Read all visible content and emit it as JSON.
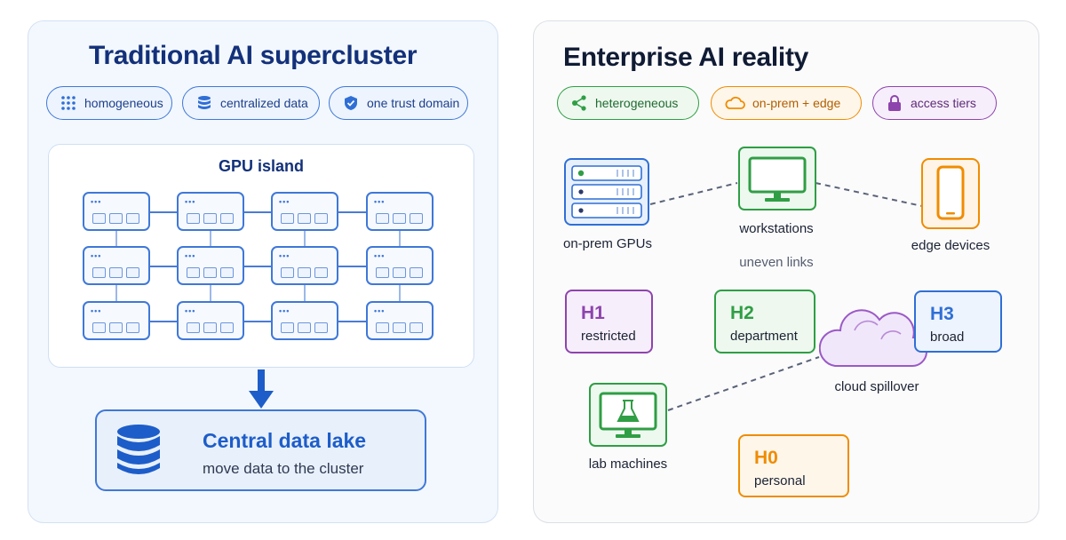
{
  "left": {
    "title": "Traditional AI supercluster",
    "pills": [
      {
        "label": "homogeneous",
        "icon": "grid-dots-icon"
      },
      {
        "label": "centralized data",
        "icon": "database-icon"
      },
      {
        "label": "one trust domain",
        "icon": "shield-check-icon"
      }
    ],
    "island_label": "GPU island",
    "lake": {
      "title": "Central data lake",
      "subtitle": "move data to the cluster",
      "icon": "database-icon"
    }
  },
  "right": {
    "title": "Enterprise AI reality",
    "pills": [
      {
        "label": "heterogeneous",
        "icon": "share-nodes-icon",
        "color": "#2f9e44"
      },
      {
        "label": "on-prem + edge",
        "icon": "cloud-icon",
        "color": "#f08c00"
      },
      {
        "label": "access tiers",
        "icon": "lock-icon",
        "color": "#8e44ad"
      }
    ],
    "devices": {
      "onprem": "on-prem GPUs",
      "workstations": "workstations",
      "edge": "edge devices",
      "uneven_links": "uneven links",
      "cloud": "cloud spillover",
      "lab": "lab machines"
    },
    "tiers": [
      {
        "code": "H1",
        "label": "restricted",
        "color": "#8e44ad"
      },
      {
        "code": "H2",
        "label": "department",
        "color": "#2f9e44"
      },
      {
        "code": "H3",
        "label": "broad",
        "color": "#2f6fd6"
      },
      {
        "code": "H0",
        "label": "personal",
        "color": "#f08c00"
      }
    ]
  }
}
